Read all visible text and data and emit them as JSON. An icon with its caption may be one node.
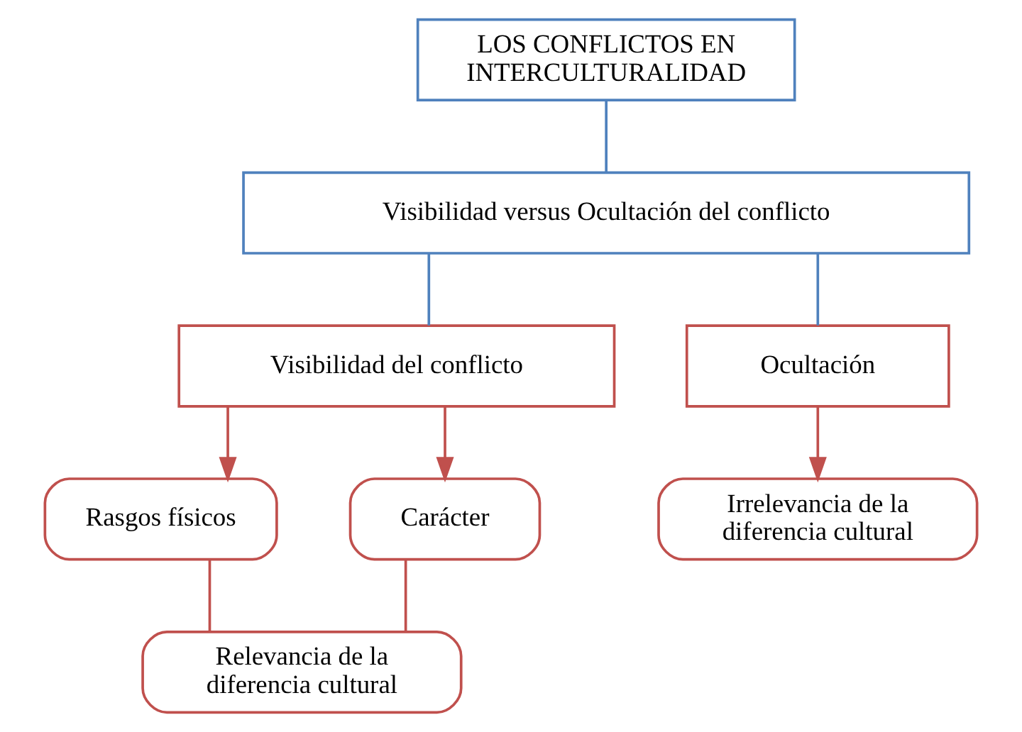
{
  "diagram": {
    "nodes": [
      {
        "text": [
          "LOS CONFLICTOS EN INTERCULTURALIDAD"
        ]
      },
      {
        "text": [
          "Visibilidad versus Ocultación del conflicto"
        ]
      },
      {
        "text": [
          "Visibilidad del conflicto"
        ]
      },
      {
        "text": [
          "Ocultación"
        ]
      },
      {
        "text": [
          "Rasgos físicos"
        ]
      },
      {
        "text": [
          "Carácter"
        ]
      },
      {
        "text": [
          "Irrelevancia de la diferencia cultural"
        ]
      },
      {
        "text": [
          "Relevancia de la diferencia cultural"
        ]
      }
    ],
    "edges": [
      {
        "from": 0,
        "to": 1,
        "arrow": "none",
        "color": "#4f81bd"
      },
      {
        "from": 1,
        "to": 2,
        "arrow": "none",
        "color": "#4f81bd"
      },
      {
        "from": 1,
        "to": 3,
        "arrow": "none",
        "color": "#4f81bd"
      },
      {
        "from": 2,
        "to": 4,
        "arrow": "to"
      },
      {
        "from": 2,
        "to": 5,
        "arrow": "to"
      },
      {
        "from": 3,
        "to": 6,
        "arrow": "to"
      },
      {
        "from": 4,
        "to": 7,
        "arrow": "none"
      },
      {
        "from": 5,
        "to": 7,
        "arrow": "none"
      }
    ]
  }
}
